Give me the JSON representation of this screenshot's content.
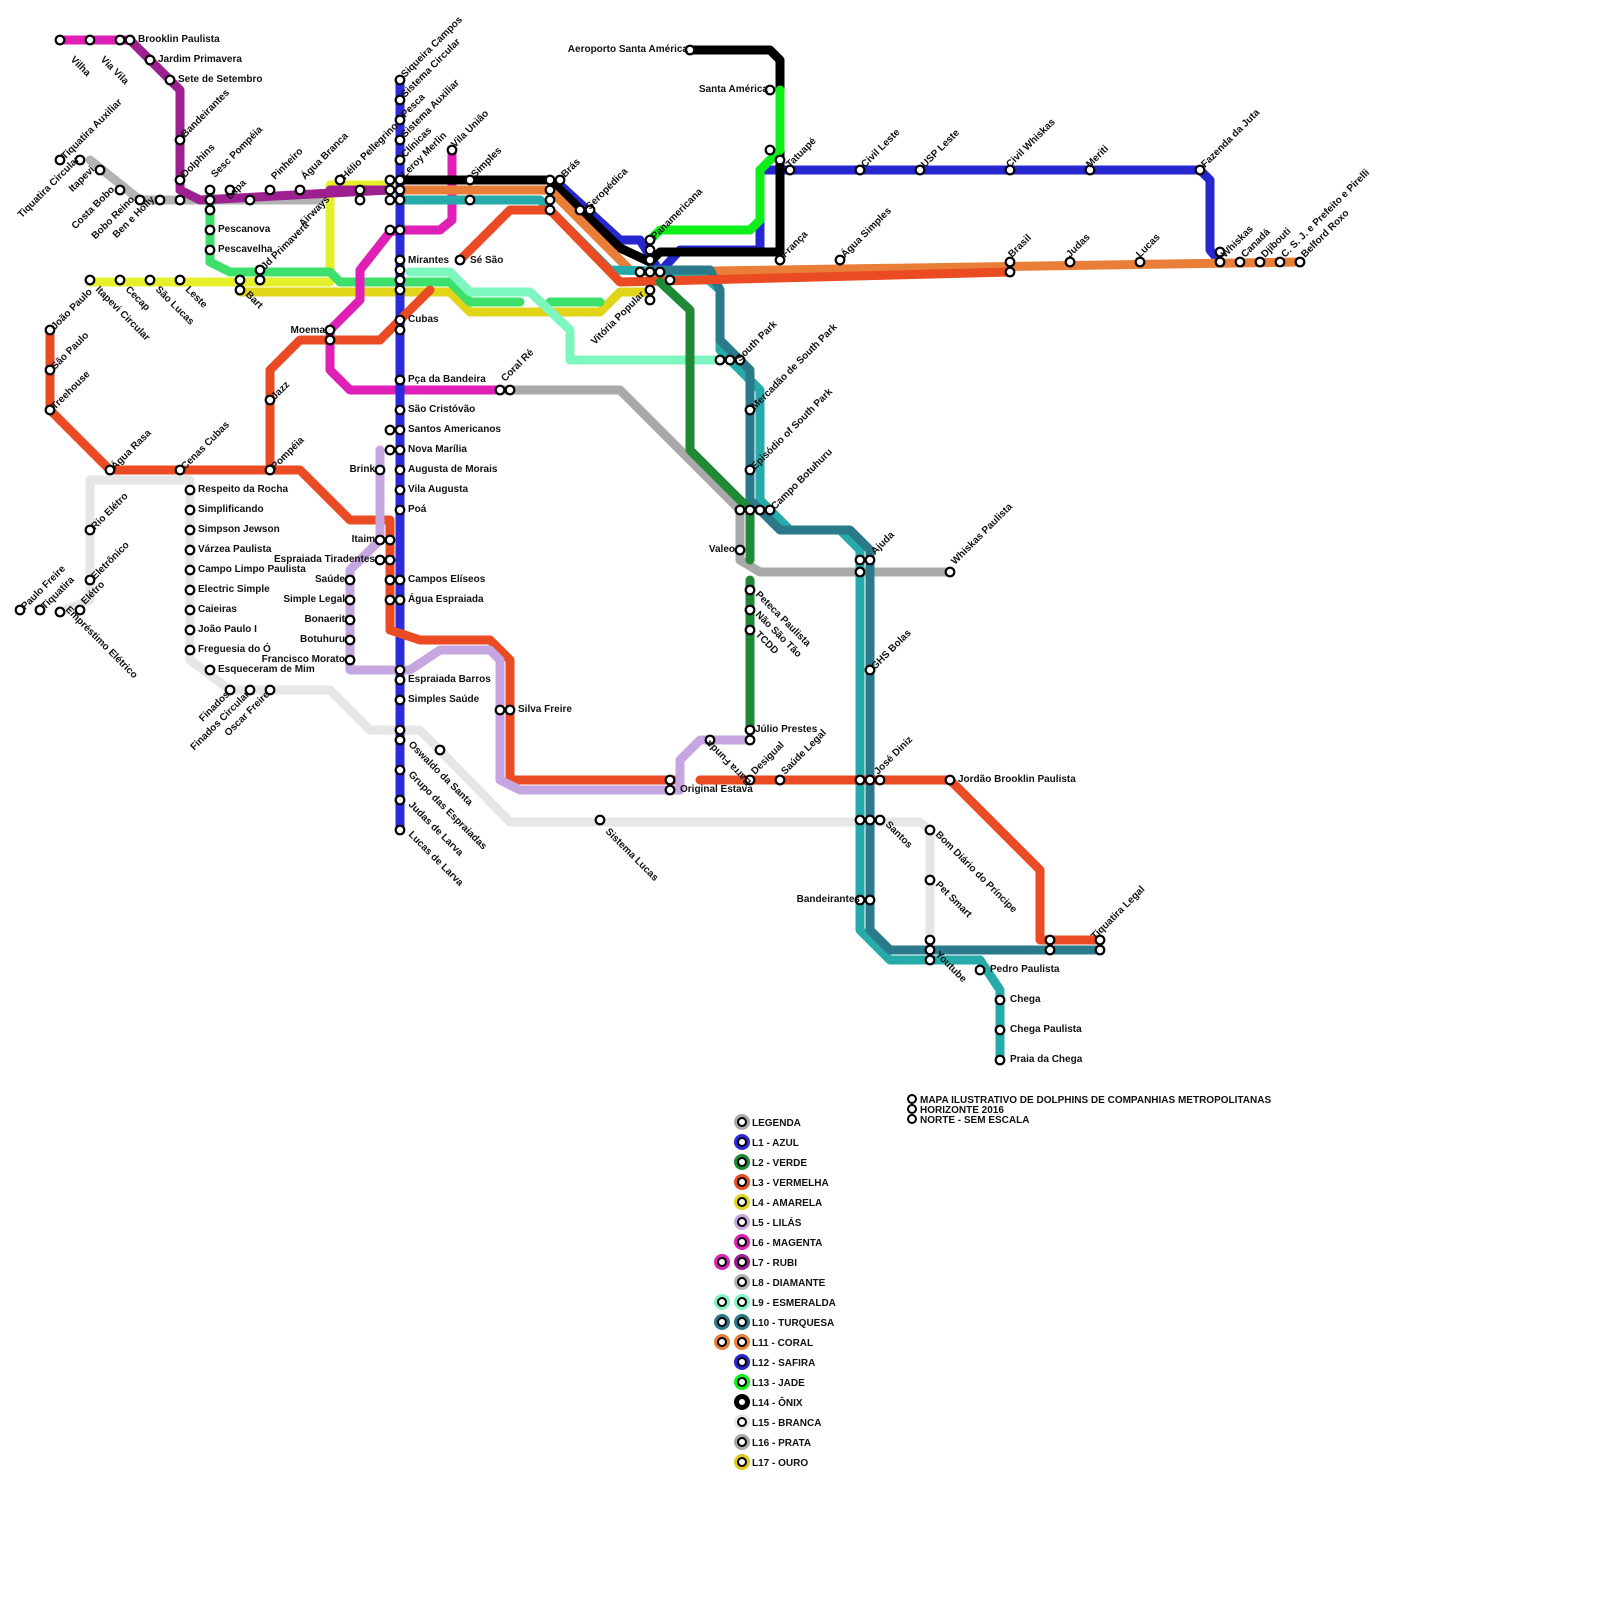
{
  "title_lines": [
    "MAPA ILUSTRATIVO DE DOLPHINS DE COMPANHIAS METROPOLITANAS",
    "HORIZONTE 2016",
    "NORTE - SEM ESCALA"
  ],
  "legend_header": "LEGENDA",
  "legend_header_color": "#aaaaaa",
  "lines": [
    {
      "id": "L1",
      "label": "L1 - AZUL",
      "color": "#2b2bdb"
    },
    {
      "id": "L2",
      "label": "L2 - VERDE",
      "color": "#1f8a36"
    },
    {
      "id": "L3",
      "label": "L3 - VERMELHA",
      "color": "#ea4b22"
    },
    {
      "id": "L4",
      "label": "L4 - AMARELA",
      "color": "#e2d419"
    },
    {
      "id": "L5",
      "label": "L5 - LILÁS",
      "color": "#c6a6e0"
    },
    {
      "id": "L6",
      "label": "L6 - MAGENTA",
      "color": "#df1fb6"
    },
    {
      "id": "L7",
      "label": "L7 - RUBI",
      "color": "#9e2090"
    },
    {
      "id": "L8",
      "label": "L8 - DIAMANTE",
      "color": "#b3b3b3"
    },
    {
      "id": "L9",
      "label": "L9 - ESMERALDA",
      "color": "#7df7bf"
    },
    {
      "id": "L10",
      "label": "L10 - TURQUESA",
      "color": "#2a7a8c"
    },
    {
      "id": "L11",
      "label": "L11 - CORAL",
      "color": "#e87e37"
    },
    {
      "id": "L12",
      "label": "L12 - SAFIRA",
      "color": "#2727cf"
    },
    {
      "id": "L13",
      "label": "L13 - JADE",
      "color": "#0ff01a"
    },
    {
      "id": "L14",
      "label": "L14 - ÔNIX",
      "color": "#000000"
    },
    {
      "id": "L15",
      "label": "L15 - BRANCA",
      "color": "#e6e6e6"
    },
    {
      "id": "L16",
      "label": "L16 - PRATA",
      "color": "#a9a9a9"
    },
    {
      "id": "L17",
      "label": "L17 - OURO",
      "color": "#e3c81d"
    }
  ],
  "extra_colors": {
    "light_green": "#3de06a",
    "light_teal": "#27aaaa",
    "lime_yellow": "#e6f02a"
  },
  "stations": [
    "Vilha",
    "Via Vila",
    "Brooklin Paulista",
    "Jardim Primavera",
    "Sete de Setembro",
    "Bandeirantes",
    "Dolphins",
    "Sesc Pompéia",
    "Lapa",
    "Pinheiro",
    "Água Branca",
    "Hélio Pellegrino",
    "Siqueira Campos",
    "Sistema Circular",
    "Pesca",
    "Sistema Auxiliar",
    "Clínicas",
    "Leroy Merlin",
    "Vila União",
    "Simples",
    "Brás",
    "Seropédica",
    "Aeroporto Santa América",
    "Santa América",
    "Tatuapé",
    "Civil Leste",
    "USP Leste",
    "Civil Whiskas",
    "Meriti",
    "Fazenda da Juta",
    "Tiquatira Auxiliar",
    "Tiquatira Circular",
    "Itapevi",
    "Costa Bobo",
    "Bobo Reino",
    "Ben e Holly",
    "Pescanova",
    "Pescavelha",
    "Jd Primavera",
    "Airways",
    "Mirantes",
    "Sé São",
    "Panamericana",
    "França",
    "Água Simples",
    "Brasil",
    "Judas",
    "Lucas",
    "Whiskas",
    "Canadá",
    "Djibouti",
    "C. S. J. e Prefeito e Pirelli",
    "Belford Roxo",
    "João Paulo",
    "Itapevi Circular",
    "Cecap",
    "São Lucas",
    "Leste",
    "Bart",
    "Vitória Popular",
    "Moema",
    "Cubas",
    "São Paulo",
    "Treehouse",
    "Jazz",
    "Pça da Bandeira",
    "Coral Ré",
    "South Park",
    "Mercadão de South Park",
    "São Cristóvão",
    "Santos Americanos",
    "Nova Marília",
    "Augusta de Morais",
    "Vila Augusta",
    "Poá",
    "Brink",
    "Água Rasa",
    "Cenas Cubas",
    "Pompéia",
    "Episódio of South Park",
    "Campo Botuhuru",
    "Respeito da Rocha",
    "Simplificando",
    "Simpson Jewson",
    "Várzea Paulista",
    "Campo Limpo Paulista",
    "Electric Simple",
    "Caieiras",
    "João Paulo I",
    "Freguesia do Ó",
    "Esqueceram de Mim",
    "Rio Elétro",
    "Eletrônico",
    "Elétro",
    "Paulo Freire",
    "Tiquatira",
    "Empréstimo Elétrico",
    "Itaim",
    "Espraiada Tiradentes",
    "Saúde",
    "Simple Legal",
    "Bonaerit",
    "Botuhuru",
    "Francisco Morato",
    "Campos Elíseos",
    "Água Espraiada",
    "Valeo",
    "Ajuda",
    "Whiskas Paulista",
    "Peteca Paulista",
    "Não São Tão",
    "TCDD",
    "GHS Bolas",
    "Espraiada Barros",
    "Simples Saúde",
    "Silva Freire",
    "Finados",
    "Finados Circular",
    "Oscar Freire",
    "Oswaldo da Santa",
    "Grupo das Espraiadas",
    "Judas de Larva",
    "Lucas de Larva",
    "Barra Funda",
    "Júlio Prestes",
    "Desigual",
    "Saúde Legal",
    "José Diniz",
    "Jordão Brooklin Paulista",
    "Original Estava",
    "Sistema Lucas",
    "Santos",
    "Bom Diário do Príncipe",
    "Pet Smart",
    "Bandeirantes",
    "Youtube",
    "Pedro Paulista",
    "Chega",
    "Chega Paulista",
    "Praia da Chega",
    "Tiquatira Legal"
  ]
}
